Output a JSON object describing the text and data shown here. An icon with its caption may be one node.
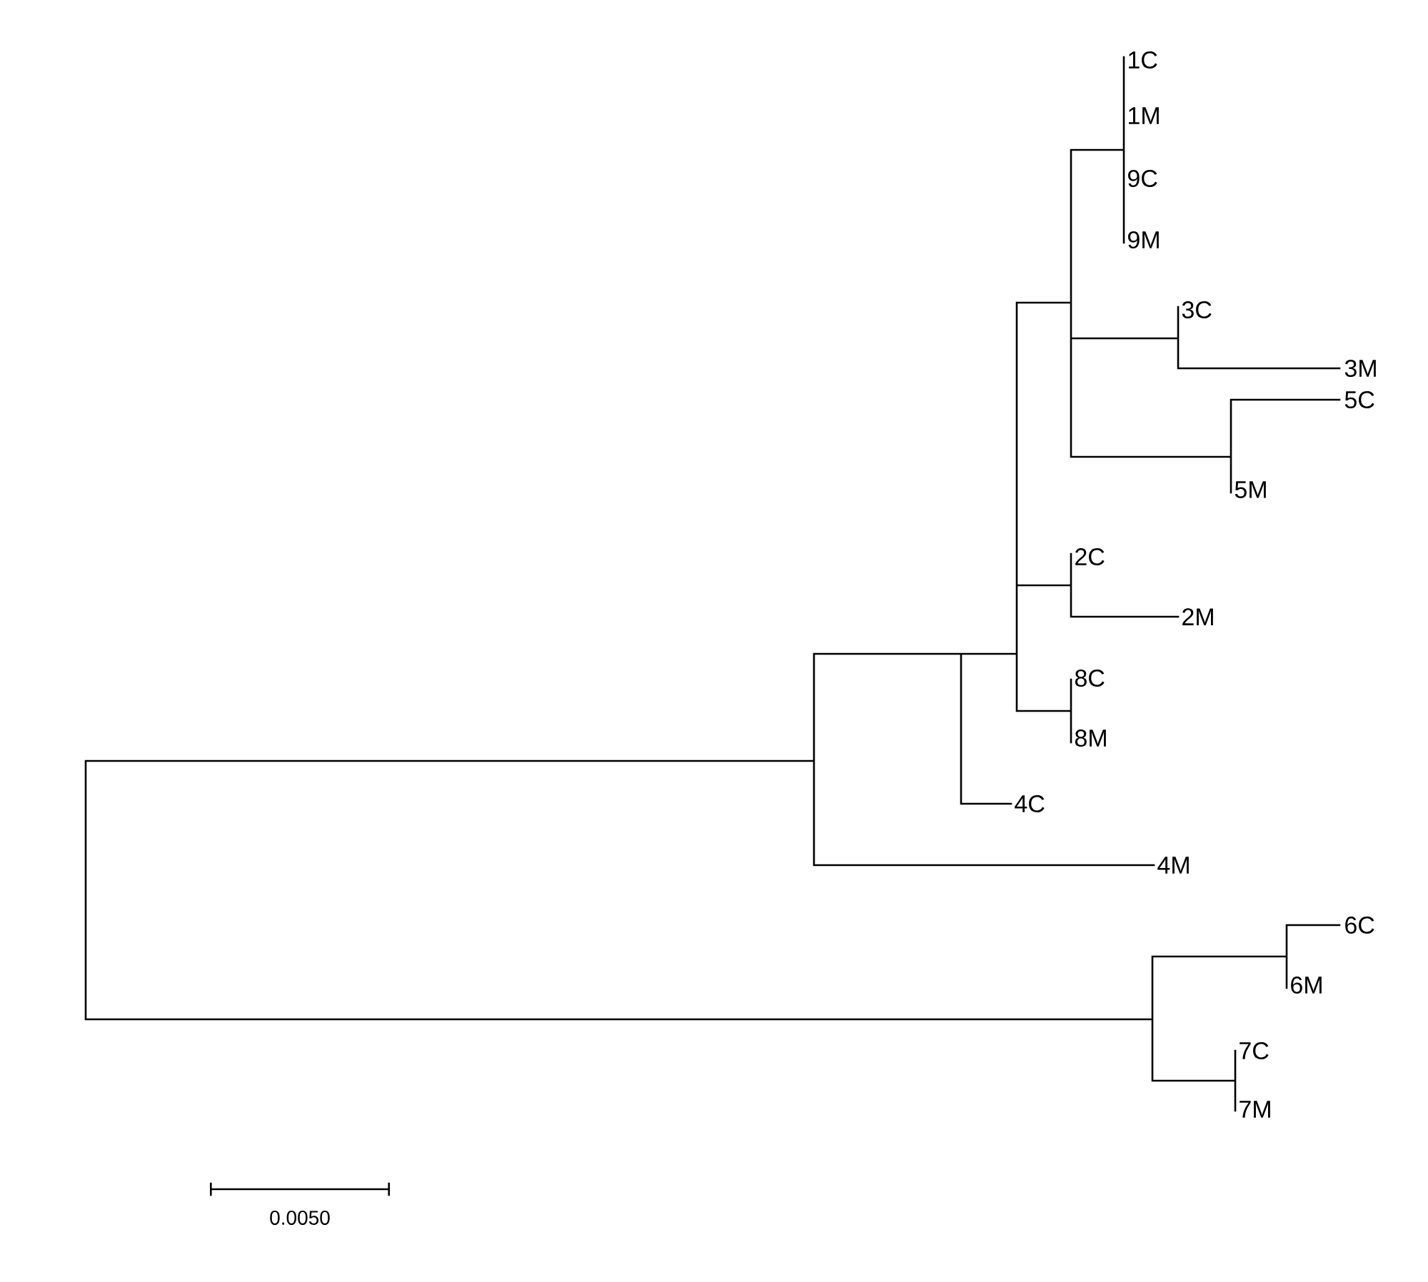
{
  "diagram": {
    "labels": [
      "1C",
      "1M",
      "9C",
      "9M",
      "3C",
      "3M",
      "5C",
      "5M",
      "2C",
      "2M",
      "8C",
      "8M",
      "4C",
      "4M",
      "6C",
      "6M",
      "7C",
      "7M",
      "0.0050"
    ]
  }
}
